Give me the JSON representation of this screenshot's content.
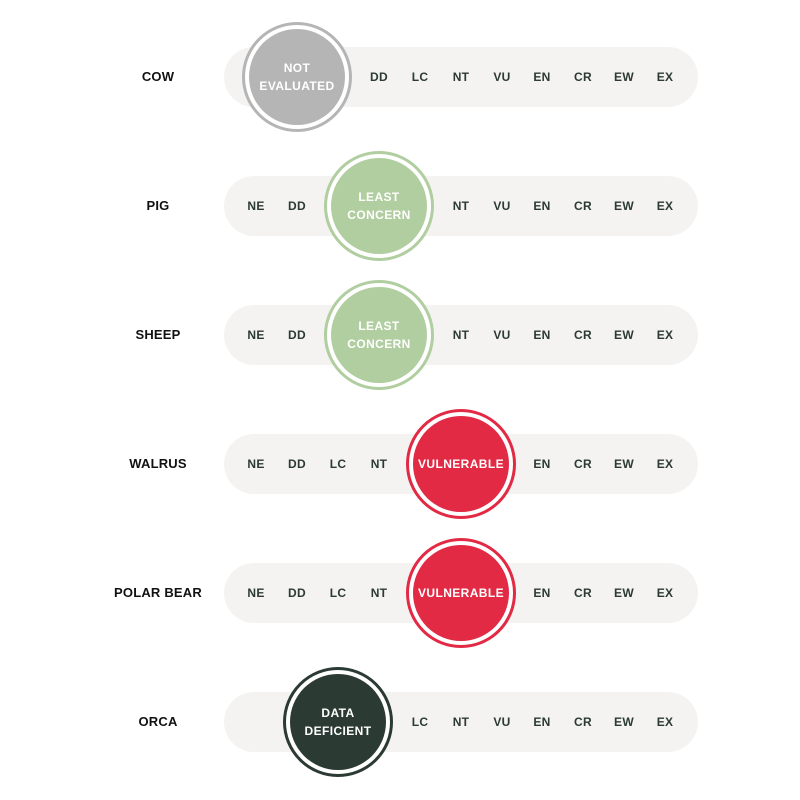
{
  "categories": [
    "NE",
    "DD",
    "LC",
    "NT",
    "VU",
    "EN",
    "CR",
    "EW",
    "EX"
  ],
  "colors": {
    "NE": "#b5b5b5",
    "LC": "#b0ce9f",
    "VU": "#e22a45",
    "DD": "#2c3a34",
    "track": "#f4f3f1"
  },
  "rows": [
    {
      "animal": "COW",
      "status": "NE",
      "status_label": "NOT EVALUATED",
      "hidden": []
    },
    {
      "animal": "PIG",
      "status": "LC",
      "status_label": "LEAST CONCERN",
      "hidden": []
    },
    {
      "animal": "SHEEP",
      "status": "LC",
      "status_label": "LEAST CONCERN",
      "hidden": []
    },
    {
      "animal": "WALRUS",
      "status": "VU",
      "status_label": "VULNERABLE",
      "hidden": []
    },
    {
      "animal": "POLAR BEAR",
      "status": "VU",
      "status_label": "VULNERABLE",
      "hidden": []
    },
    {
      "animal": "ORCA",
      "status": "DD",
      "status_label": "DATA DEFICIENT",
      "hidden": [
        "NE"
      ]
    }
  ]
}
